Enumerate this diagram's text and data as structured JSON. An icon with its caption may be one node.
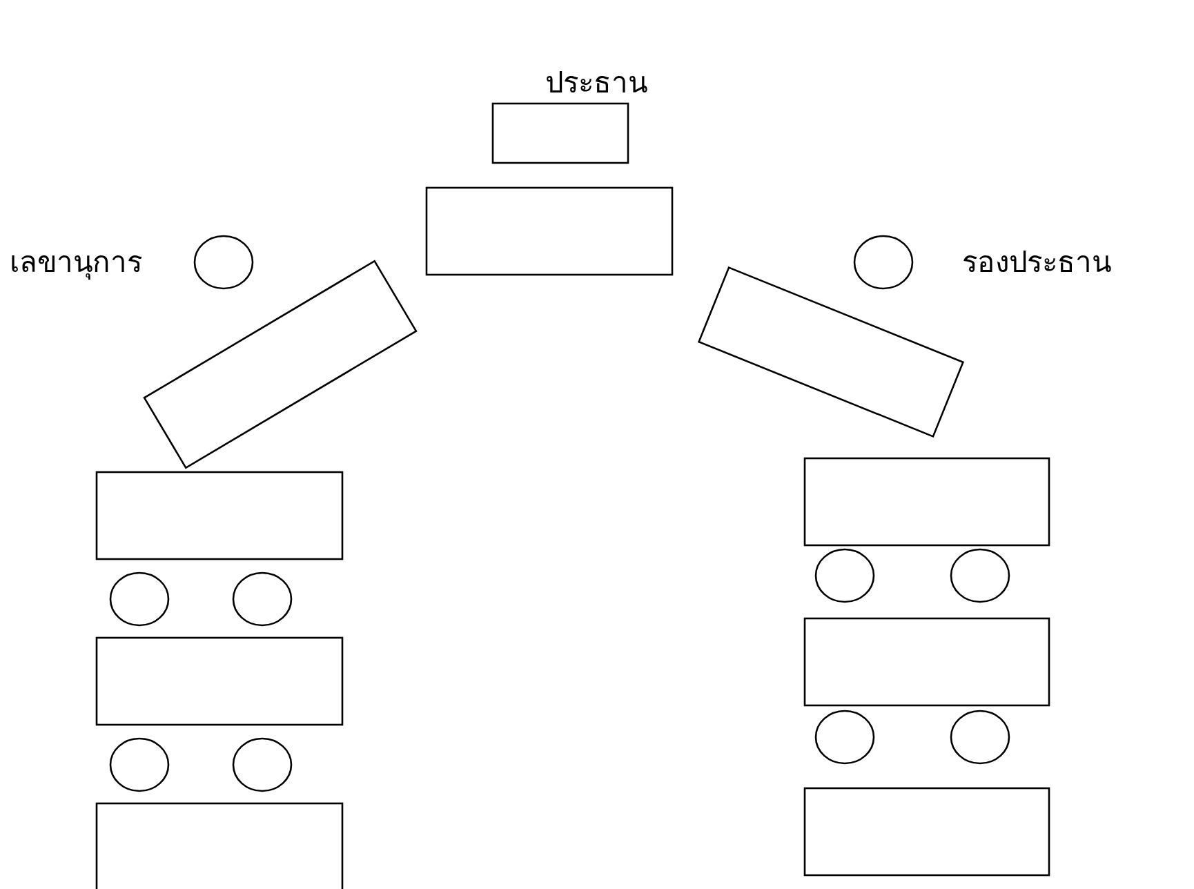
{
  "diagram": {
    "labels": [
      "ประธาน",
      "เลขานุการ",
      "รองประธาน"
    ]
  }
}
